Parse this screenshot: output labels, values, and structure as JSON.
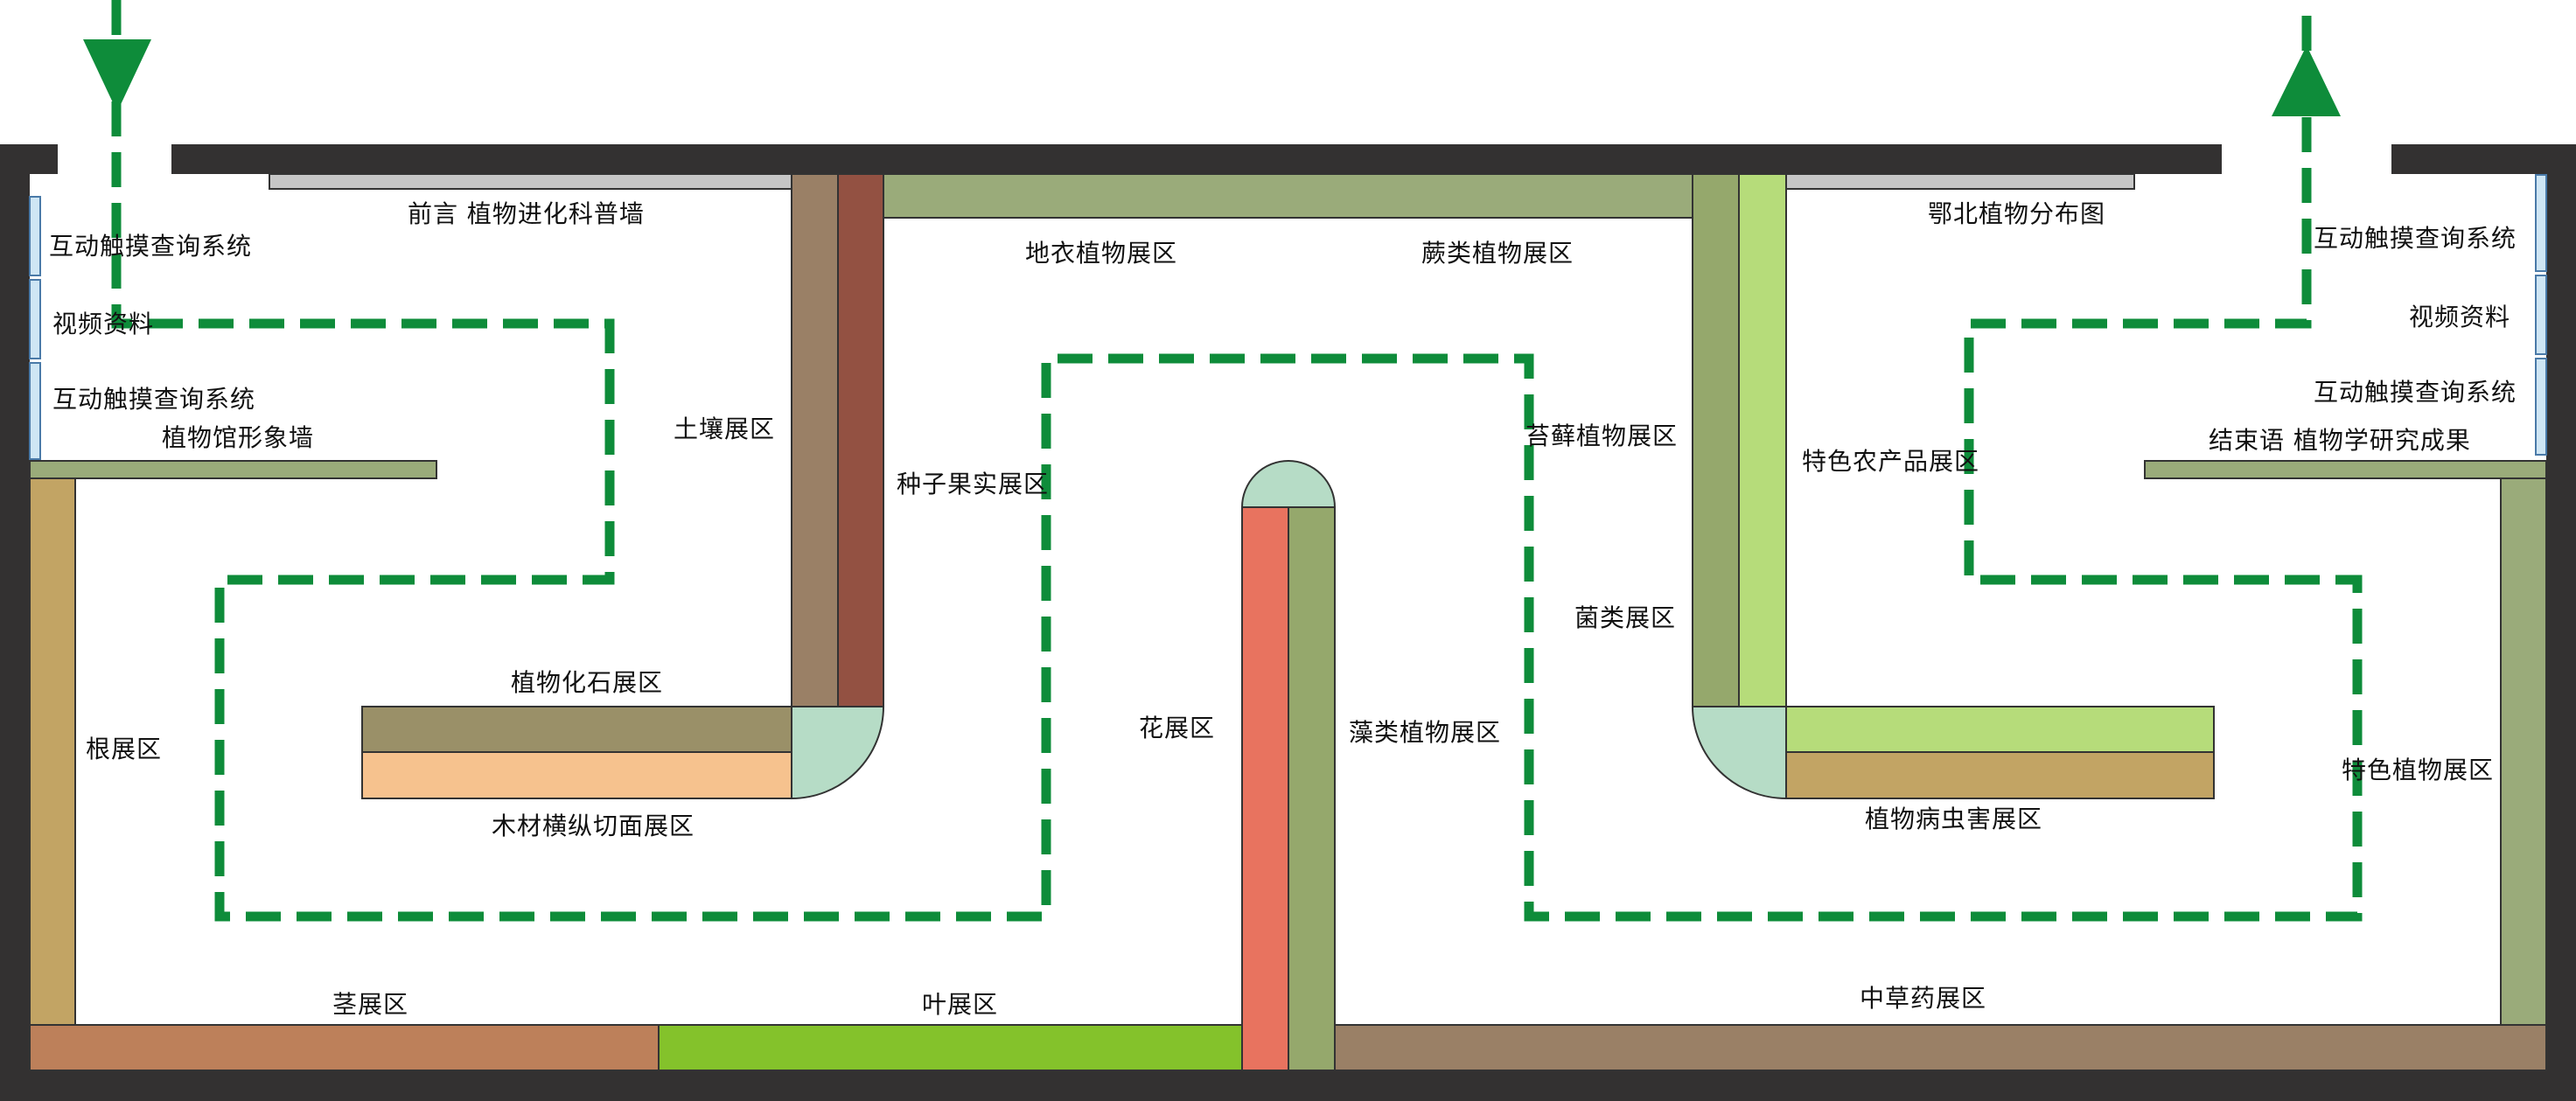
{
  "colors": {
    "wall": "#333131",
    "route": "#0e8c3a",
    "background": "#ffffff",
    "preface_bar": "#c6c6c6",
    "sage_green": "#9aab7a",
    "olive_green": "#95a86c",
    "light_green": "#b6dc7a",
    "bright_green": "#84c22b",
    "soil_brown": "#9a8066",
    "seed_red": "#935142",
    "fossil_olive": "#9a9068",
    "wood_peach": "#f6c28e",
    "mint": "#b6dcc6",
    "flower_red": "#e8735f",
    "tan": "#c2a464",
    "stem_brown": "#bd805a",
    "herb_brown": "#9a8066",
    "screen_blue": "#cfe6f4",
    "screen_border": "#4a7aa8"
  },
  "icons": {
    "entrance": "arrow-down-icon",
    "exit": "arrow-up-icon"
  },
  "labels": {
    "preface": "前言 植物进化科普墙",
    "lichen": "地衣植物展区",
    "fern": "蕨类植物展区",
    "ebei": "鄂北植物分布图",
    "touch_left_1": "互动触摸查询系统",
    "video_left": "视频资料",
    "touch_left_2": "互动触摸查询系统",
    "image_wall": "植物馆形象墙",
    "touch_right_1": "互动触摸查询系统",
    "video_right": "视频资料",
    "touch_right_2": "互动触摸查询系统",
    "conclusion": "结束语 植物学研究成果",
    "soil": "土壤展区",
    "seed": "种子果实展区",
    "fossil": "植物化石展区",
    "wood": "木材横纵切面展区",
    "root": "根展区",
    "flower": "花展区",
    "algae": "藻类植物展区",
    "moss": "苔藓植物展区",
    "specialty_agri": "特色农产品展区",
    "fungi": "菌类展区",
    "pest": "植物病虫害展区",
    "special_plant": "特色植物展区",
    "stem": "茎展区",
    "leaf": "叶展区",
    "herb": "中草药展区"
  }
}
